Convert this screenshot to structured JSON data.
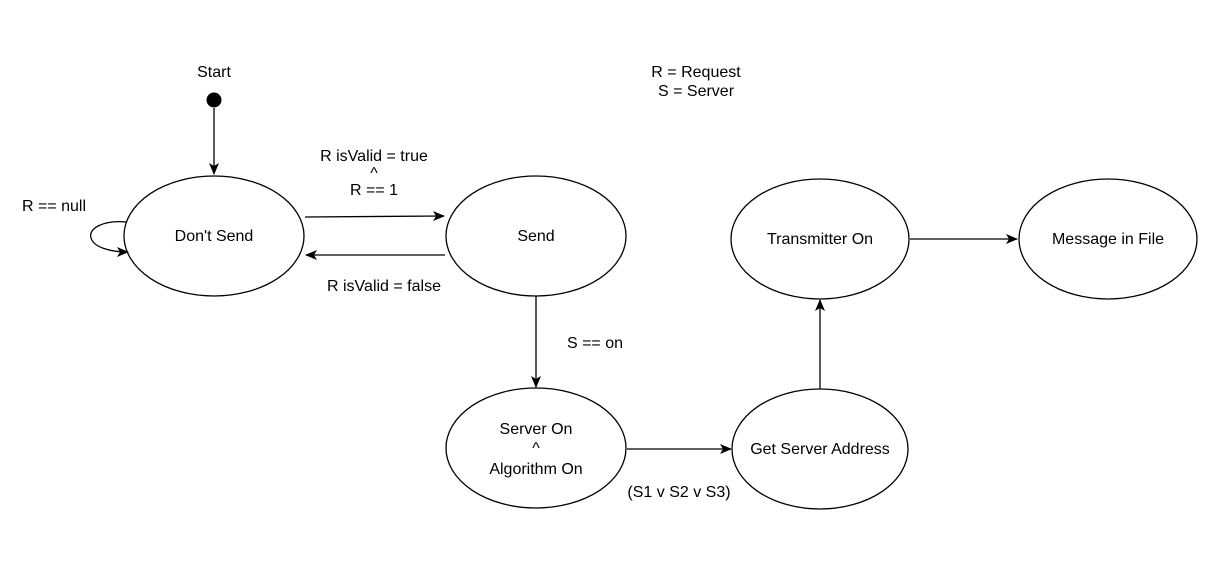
{
  "legend": {
    "line1": "R = Request",
    "line2": "S = Server"
  },
  "start": {
    "label": "Start"
  },
  "states": {
    "dont_send": "Don't Send",
    "send": "Send",
    "server_on": {
      "line1": "Server On",
      "line2": "^",
      "line3": "Algorithm On"
    },
    "get_server_address": "Get Server Address",
    "transmitter_on": "Transmitter On",
    "message_in_file": "Message in File"
  },
  "transitions": {
    "self_loop": "R == null",
    "to_send": {
      "line1": "R isValid = true",
      "line2": "^",
      "line3": "R == 1"
    },
    "to_dont_send": "R isValid = false",
    "to_server_on": "S == on",
    "to_address": "(S1 v S2 v S3)"
  },
  "colors": {
    "stroke": "#000000",
    "fill": "#ffffff",
    "text": "#000000"
  }
}
